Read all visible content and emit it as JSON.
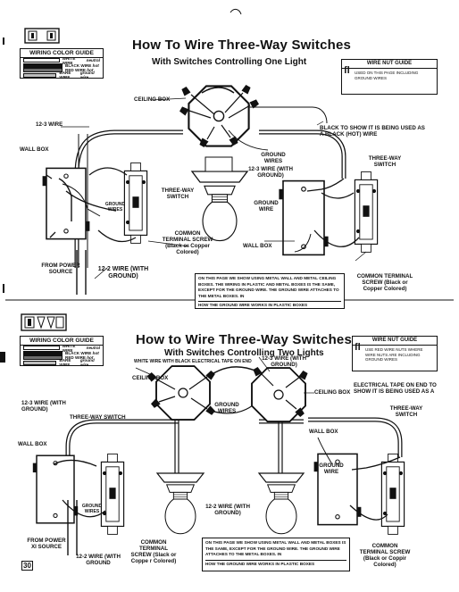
{
  "top": {
    "title": "How To Wire Three-Way Switches",
    "subtitle": "With Switches Controlling One Light",
    "color_guide": {
      "heading": "WIRING COLOR GUIDE",
      "rows": [
        {
          "label": "WHITE WIRE",
          "tag": "neutral",
          "color": "#ffffff"
        },
        {
          "label": "BLACK WIRE",
          "tag": "hot",
          "color": "#111111"
        },
        {
          "label": "RED WIRE",
          "tag": "hot",
          "color": "#6e6e6e"
        },
        {
          "label": "BARE WIRE",
          "tag": "ground wire",
          "color": "#bdbdbd"
        }
      ]
    },
    "wire_nut": {
      "heading": "WIRE NUT GUIDE",
      "text": "USED ON THIS PAGE INCLUDING GROUND WIRES"
    },
    "labels": {
      "ceiling_box": "CEILING BOX",
      "wire_12_3_left": "12-3   WIRE",
      "black_note": "BLACK TO SHOW IT IS BEING USED AS A BLACK (HOT) WIRE",
      "ground_wires": "GROUND WIRES",
      "wire_12_3_center": "12-3  WIRE (WITH GROUND)",
      "wall_box_left": "WALL BOX",
      "ground_wires_left": "GROUND WIRES",
      "three_way_center": "THREE-WAY SWITCH",
      "three_way_right": "THREE-WAY SWITCH",
      "ground_wire": "GROUND WIRE",
      "common_terminal": "COMMON TERMINAL SCREW (Black or Copper Colored)",
      "wall_box_right": "WALL BOX",
      "from_power": "FROM POWER SOURCE",
      "wire_12_2": "12-2   WIRE (WITH GROUND)",
      "common_terminal_right": "COMMON TERMINAL SCREW (Black or Copper Colored)"
    },
    "note": {
      "lines": "ON THIS PAGE WE SHOW USING METAL WALL AND METAL CEILING BOXES. THE WIRING IN PLASTIC AND METAL BOXES IS THE SAME, EXCEPT FOR THE GROUND WIRE. THE GROUND WIRE ATTACHES TO THE METAL BOXES. IN",
      "last": "HOW THE GROUND WIRE WORKS IN PLASTIC BOXES"
    }
  },
  "bottom": {
    "title": "How to Wire Three-Way Switches",
    "subtitle": "With Switches Controlling Two Lights",
    "color_guide": {
      "heading": "WIRING COLOR GUIDE",
      "rows": [
        {
          "label": "WHITE WIRE",
          "tag": "neutral",
          "color": "#ffffff"
        },
        {
          "label": "BLACK WIRE",
          "tag": "hot",
          "color": "#111111"
        },
        {
          "label": "RED WIRE",
          "tag": "hot",
          "color": "#6e6e6e"
        },
        {
          "label": "BARE WIRE",
          "tag": "ground wire",
          "color": "#bdbdbd"
        }
      ]
    },
    "wire_nut": {
      "heading": "WIRE NUT GUIDE",
      "text": "USE RED WIRE NUTS WHERE WIRE NUTS ARE INCLUDING GROUND WIRES"
    },
    "labels": {
      "tape_note": "WHITE WIRE WITH BLACK ELECTRICAL TAPE ON END",
      "wire_12_3_top": "12-3  WIRE (WITH GROUND)",
      "ceiling_box_left": "CEILING BOX",
      "ceiling_box_right": "CEILING BOX",
      "electrical_tape": "ELECTRICAL TAPE ON END TO SHOW IT IS BEING USED AS A",
      "wire_12_3_left": "12-3  WIRE (WITH GROUND)",
      "three_way_left": "THREE-WAY SWITCH",
      "ground_wires": "GROUND WIRES",
      "wall_box_center": "WALL BOX",
      "three_way_right": "THREE-WAY SWITCH",
      "wall_box_left": "WALL BOX",
      "ground_wire": "GROUND WIRE",
      "ground_wires_left": "GROUND WIRES",
      "wire_12_2_center": "12-2  WIRE (WITH GROUND)",
      "from_power": "FROM POWER XI SOURCE",
      "wire_12_2_left": "12-2   WIRE (WITH GROUND",
      "common_terminal": "COMMON TERMINAL SCREW (Slack or Coppe r Colored)",
      "common_terminal_right": "COMMON TERMINAL SCREW (Black or Coppir Colored)"
    },
    "note": {
      "lines": "ON THIS PAGE WE SHOW USING METAL WALL AND METAL BOXES IS THE SAME, EXCEPT FOR THE GROUND WIRE. THE GROUND WIRE ATTACHES TO THE METAL BOXES. IN",
      "last": "HOW THE GROUND WIRE WORKS IN PLASTIC BOXES"
    },
    "page_number": "30"
  }
}
